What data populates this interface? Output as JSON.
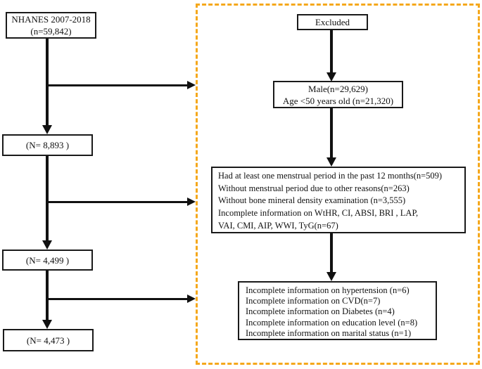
{
  "flow": {
    "left": {
      "nhanes_box": {
        "line1": "NHANES 2007-2018",
        "line2": "(n=59,842)"
      },
      "n1_box": "(N= 8,893 )",
      "n2_box": "(N= 4,499 )",
      "n3_box": "(N= 4,473 )"
    },
    "right": {
      "excluded_title": "Excluded",
      "male_age_box": {
        "line1": "Male(n=29,629)",
        "line2": "Age <50 years old (n=21,320)"
      },
      "exclusion_box_1": {
        "lines": [
          "Had at least one menstrual period in the past 12 months(n=509)",
          "Without menstrual period due to other reasons(n=263)",
          "Without bone mineral density examination (n=3,555)",
          "Incomplete information on WtHR, CI, ABSI, BRI , LAP,",
          "VAI, CMI, AIP, WWI, TyG(n=67)"
        ]
      },
      "exclusion_box_2": {
        "lines": [
          "Incomplete information on hypertension (n=6)",
          "Incomplete information on CVD(n=7)",
          "Incomplete information on Diabetes (n=4)",
          "Incomplete information on education level (n=8)",
          "Incomplete information on marital status (n=1)"
        ]
      }
    },
    "colors": {
      "dashed_border": "#f5a81c",
      "line_color": "#111111",
      "box_border": "#1a1a1a",
      "background": "#ffffff"
    }
  }
}
